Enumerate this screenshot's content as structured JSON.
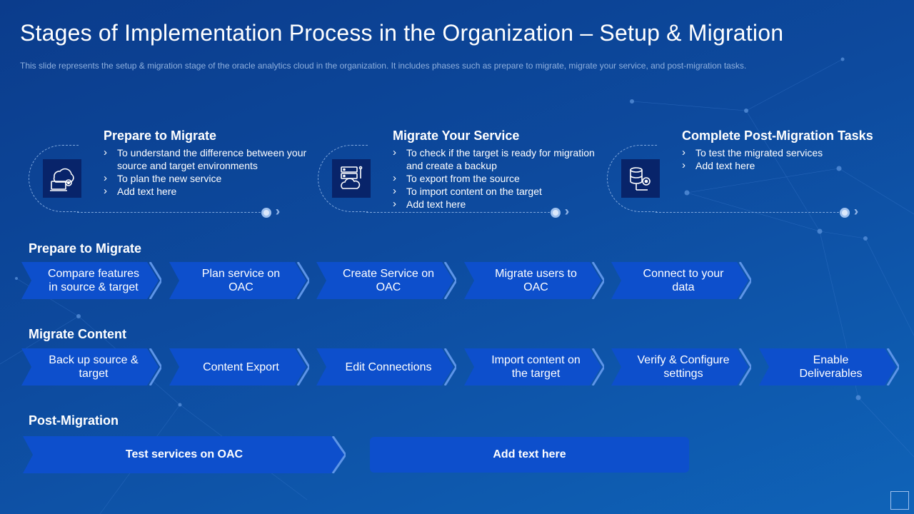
{
  "slide": {
    "title": "Stages of Implementation Process in the Organization – Setup & Migration",
    "subtitle": "This slide represents the setup & migration stage of the oracle analytics cloud in the organization. It includes phases such as prepare to migrate, migrate your service, and post-migration tasks."
  },
  "stages": [
    {
      "heading": "Prepare to Migrate",
      "icon": "cloud-gear-laptop-icon",
      "bullets": [
        "To understand the difference between your source and target environments",
        "To plan the new service",
        "Add text here"
      ]
    },
    {
      "heading": "Migrate Your Service",
      "icon": "server-cloud-icon",
      "bullets": [
        "To check if the target is ready for migration and create a backup",
        "To export from the source",
        "To import content on the target",
        "Add text here"
      ]
    },
    {
      "heading": "Complete Post-Migration Tasks",
      "icon": "database-gear-icon",
      "bullets": [
        "To test the migrated services",
        "Add text here"
      ]
    }
  ],
  "sections": {
    "prepare": {
      "label": "Prepare to Migrate",
      "steps": [
        "Compare features in source & target",
        "Plan service on OAC",
        "Create Service on OAC",
        "Migrate users to OAC",
        "Connect to your data"
      ]
    },
    "content": {
      "label": "Migrate Content",
      "steps": [
        "Back up source & target",
        "Content Export",
        "Edit Connections",
        "Import content on the target",
        "Verify & Configure settings",
        "Enable Deliverables"
      ]
    },
    "post": {
      "label": "Post-Migration",
      "primary": "Test services on OAC",
      "secondary": "Add text here"
    }
  },
  "colors": {
    "step_fill": "#0d4fcc",
    "step_edge": "#5e95e8",
    "icon_bg": "#08246a"
  }
}
